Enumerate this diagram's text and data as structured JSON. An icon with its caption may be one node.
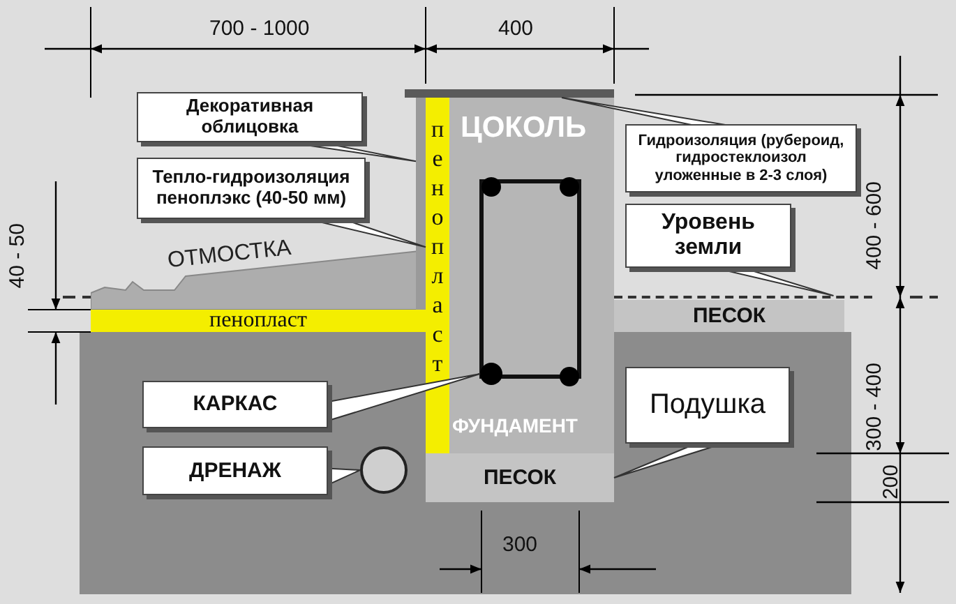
{
  "diagram": {
    "nodes": [
      {
        "text": [
          "Декоративная облицовка"
        ]
      },
      {
        "text": [
          "Тепло-гидроизоляция пеноплэкс (40-50 мм)"
        ]
      },
      {
        "text": [
          "Гидроизоляция (рубероид, гидростеклоизол уложенные в 2-3 слоя)"
        ]
      },
      {
        "text": [
          "Уровень земли"
        ]
      },
      {
        "text": [
          "ОТМОСТКА"
        ]
      },
      {
        "text": [
          "ЦОКОЛЬ",
          "ФУНДАМЕНТ"
        ]
      },
      {
        "text": [
          "пенопласт"
        ]
      },
      {
        "text": [],
        "shape": "bar"
      },
      {
        "text": [],
        "shape": "bar"
      },
      {
        "text": [
          "пенопласт"
        ]
      },
      {
        "text": [
          "ПЕСОК"
        ]
      },
      {
        "text": [
          "КАРКАС"
        ]
      },
      {
        "text": [],
        "shape": "circle",
        "in": 5
      },
      {
        "text": [
          "Подушка"
        ]
      },
      {
        "text": [
          "ДРЕНАЖ"
        ]
      },
      {
        "text": [],
        "shape": "circle"
      },
      {
        "text": [
          "ПЕСОК"
        ]
      },
      {
        "text": [],
        "shape": "line"
      }
    ],
    "edges": [
      {
        "from": 0,
        "to": 8,
        "arrow": "none"
      },
      {
        "from": 1,
        "to": 6,
        "arrow": "none"
      },
      {
        "from": 2,
        "to": 7,
        "arrow": "none"
      },
      {
        "from": 3,
        "to": 17,
        "arrow": "none"
      },
      {
        "from": 11,
        "to": 12,
        "arrow": "none"
      },
      {
        "from": 13,
        "to": 16,
        "arrow": "none"
      },
      {
        "from": 14,
        "to": 15,
        "arrow": "none"
      }
    ],
    "labels": [
      "700 - 1000",
      "400",
      "40 - 50",
      "400 - 600",
      "300 - 400",
      "200",
      "300"
    ]
  }
}
